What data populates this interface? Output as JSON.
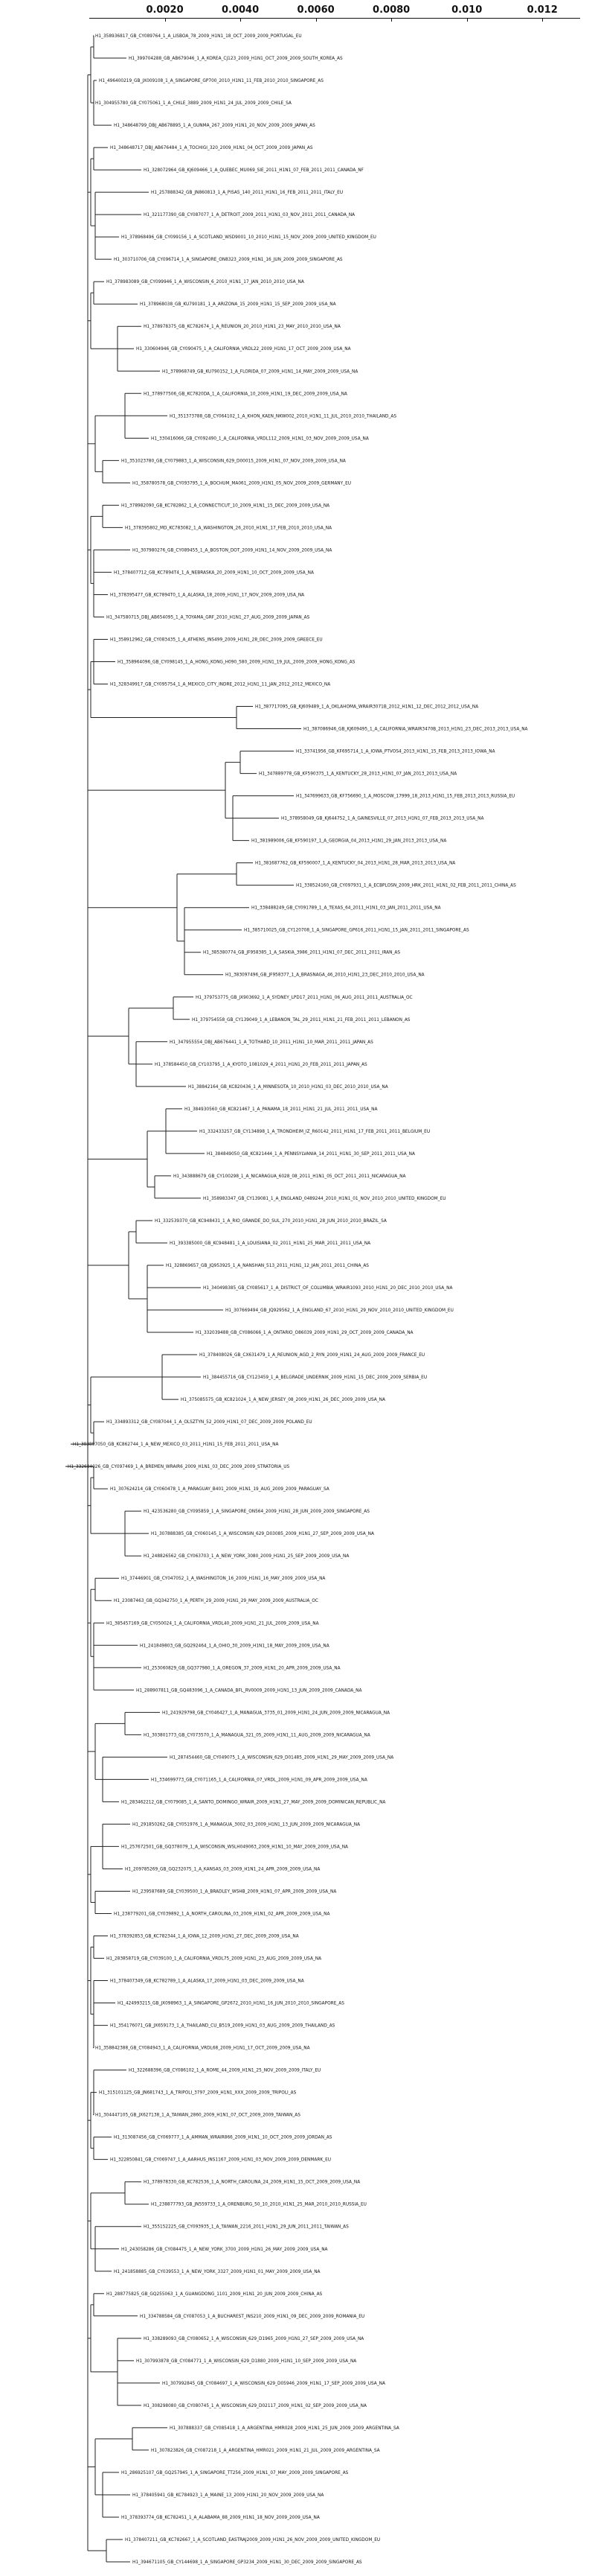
{
  "axis": {
    "ticks": [
      {
        "value": 0.002,
        "label": "0.0020"
      },
      {
        "value": 0.004,
        "label": "0.0040"
      },
      {
        "value": 0.006,
        "label": "0.0060"
      },
      {
        "value": 0.008,
        "label": "0.0080"
      },
      {
        "value": 0.01,
        "label": "0.010"
      },
      {
        "value": 0.012,
        "label": "0.012"
      }
    ],
    "min": 0.0,
    "max": 0.013
  },
  "tree": {
    "leaves": [
      "H1_358936817_GB_CY089764_1_A_LISBOA_78_2009_H1N1_18_OCT_2009_2009_PORTUGAL_EU",
      "H1_399704288_GB_AB679046_1_A_KOREA_CJ123_2009_H1N1_OCT_2009_2009_SOUTH_KOREA_AS",
      "H1_496400219_GB_JX009108_1_A_SINGAPORE_GP700_2010_H1N1_11_FEB_2010_2010_SINGAPORE_AS",
      "H1_304955780_GB_CY075061_1_A_CHILE_3889_2009_H1N1_24_JUL_2009_2009_CHILE_SA",
      "H1_348648799_DBJ_AB678895_1_A_GUNMA_267_2009_H1N1_20_NOV_2009_2009_JAPAN_AS",
      "H1_348648717_DBJ_AB676484_1_A_TOCHIGI_320_2009_H1N1_04_OCT_2009_2009_JAPAN_AS",
      "H1_328072964_GB_KJ609466_1_A_QUEBEC_MU069_SIE_2011_H1N1_07_FEB_2011_2011_CANADA_NF",
      "H1_257888342_GB_JN860813_1_A_PISA5_140_2011_H1N1_16_FEB_2011_2011_ITALY_EU",
      "H1_321177390_GB_CY087077_1_A_DETROIT_2009_2011_H1N1_03_NOV_2011_2011_CANADA_NA",
      "H1_378968496_GB_CY099156_1_A_SCOTLAND_WSD9001_10_2010_H1N1_15_NOV_2009_2009_UNITED_KINGDOM_EU",
      "H1_303710706_GB_CY096714_1_A_SINGAPORE_ON8323_2009_H1N1_16_JUN_2009_2009_SINGAPORE_AS",
      "H1_378983089_GB_CY099946_1_A_WISCONSIN_6_2010_H1N1_17_JAN_2010_2010_USA_NA",
      "H1_378968038_GB_KU790181_1_A_ARIZONA_15_2009_H1N1_15_SEP_2009_2009_USA_NA",
      "H1_378978375_GB_KC782674_1_A_REUNION_20_2010_H1N1_23_MAY_2010_2010_USA_NA",
      "H1_330604946_GB_CY090475_1_A_CALIFORNIA_VRDL22_2009_H1N1_17_OCT_2009_2009_USA_NA",
      "H1_378968749_GB_KU790152_1_A_FLORIDA_07_2009_H1N1_14_MAY_2009_2009_USA_NA",
      "H1_378977506_GB_KC7820DA_1_A_CALIFORNIA_10_2009_H1N1_19_DEC_2009_2009_USA_NA",
      "H1_351373788_GB_CY064102_1_A_KHON_KAEN_NKW002_2010_H1N1_11_JUL_2010_2010_THAILAND_AS",
      "H1_330416066_GB_CY092490_1_A_CALIFORNIA_VRDL112_2009_H1N1_03_NOV_2009_2009_USA_NA",
      "H1_351023780_GB_CY079883_1_A_WISCONSIN_629_D00015_2009_H1N1_07_NOV_2009_2009_USA_NA",
      "H1_358780578_GB_CY093795_1_A_BOCHUM_MA061_2009_H1N1_05_NOV_2009_2009_GERMANY_EU",
      "H1_378982090_GB_KC782862_1_A_CONNECTICUT_10_2009_H1N1_15_DEC_2009_2009_USA_NA",
      "H1_378395802_MD_KC783082_1_A_WASHINGTON_26_2010_H1N1_17_FEB_2010_2010_USA_NA",
      "H1_307980276_GB_CY089455_1_A_BOSTON_DOT_2009_H1N1_14_NOV_2009_2009_USA_NA",
      "H1_378407712_GB_KC7894T4_1_A_NEBRASKA_20_2009_H1N1_10_OCT_2009_2009_USA_NA",
      "H1_378395477_GB_KC7894T0_1_A_ALASKA_18_2009_H1N1_17_NOV_2009_2009_USA_NA",
      "H1_347580715_DBJ_AB654095_1_A_TOYAMA_GRF_2010_H1N1_27_AUG_2009_2009_JAPAN_AS",
      "H1_358912962_GB_CY083435_1_A_ATHENS_INS499_2009_H1N1_28_DEC_2009_2009_GREECE_EU",
      "H1_358964096_GB_CY098145_1_A_HONG_KONG_H090_580_2009_H1N1_19_JUL_2009_2009_HONG_KONG_AS",
      "H1_328349917_GB_CY095754_1_A_MEXICO_CITY_INDRE_2012_H1N1_11_JAN_2012_2012_MEXICO_NA",
      "H1_387717095_GB_KJ609489_1_A_OKLAHOMA_WRAIR3071B_2012_H1N1_12_DEC_2012_2012_USA_NA",
      "H1_387086946_GB_KJ609495_1_A_CALIFORNIA_WRAIR3470B_2013_H1N1_23_DEC_2013_2013_USA_NA",
      "H1_33741956_GB_KF695714_1_A_IOWA_PTVOS4_2013_H1N1_15_FEB_2013_2013_IOWA_NA",
      "H1_347889778_GB_KF590375_1_A_KENTUCKY_28_2013_H1N1_07_JAN_2013_2013_USA_NA",
      "H1_347699633_GB_KF756690_1_A_MOSCOW_17999_18_2013_H1N1_15_FEB_2013_2013_RUSSIA_EU",
      "H1_378958049_GB_KJ644752_1_A_GAINESVILLE_07_2013_H1N1_07_FEB_2013_2013_USA_NA",
      "H1_381989006_GB_KF590197_1_A_GEORGIA_04_2013_H1N1_29_JAN_2013_2013_USA_NA",
      "H1_381687762_GB_KF590007_1_A_KENTUCKY_04_2013_H1N1_28_MAR_2013_2013_USA_NA",
      "H1_338524160_GB_CY097931_1_A_ECBPLOSN_2009_HRK_2011_H1N1_02_FEB_2011_2011_CHINA_AS",
      "H1_338488249_GB_CY091789_1_A_TEXAS_64_2011_H1N1_03_JAN_2011_2011_USA_NA",
      "H1_385710025_GB_CY120708_1_A_SINGAPORE_GP616_2011_H1N1_15_JAN_2011_2011_SINGAPORE_AS",
      "H1_385380774_GB_JF958385_1_A_SASKIA_3986_2011_H1N1_07_DEC_2011_2011_IRAN_AS",
      "H1_383097496_GB_JF958377_1_A_BRASNAGA_46_2010_H1N1_23_DEC_2010_2010_USA_NA",
      "H1_379753775_GB_JX903692_1_A_SYDNEY_LPD17_2011_H1N1_06_AUG_2011_2011_AUSTRALIA_OC",
      "H1_379754558_GB_CY139049_1_A_LEBANON_TAL_29_2011_H1N1_21_FEB_2011_2011_LEBANON_AS",
      "H1_347955554_DBJ_AB676441_1_A_TOTHARD_10_2011_H1N1_10_MAR_2011_2011_JAPAN_AS",
      "H1_378584450_GB_CY103795_1_A_KYOTO_1081029_4_2011_H1N1_20_FEB_2011_2011_JAPAN_AS",
      "H1_38842164_GB_KC820436_1_A_MINNESOTA_10_2010_H1N1_03_DEC_2010_2010_USA_NA",
      "H1_384930560_GB_KC821467_1_A_PANAMA_18_2011_H1N1_21_JUL_2011_2011_USA_NA",
      "H1_332433257_GB_CY134898_1_A_TRONDHEIM_IZ_R60142_2011_H1N1_17_FEB_2011_2011_BELGIUM_EU",
      "H1_384849050_GB_KC821444_1_A_PENNSYLVANIA_14_2011_H1N1_30_SEP_2011_2011_USA_NA",
      "H1_343888679_GB_CY100298_1_A_NICARAGUA_6028_08_2011_H1N1_05_OCT_2011_2011_NICARAGUA_NA",
      "H1_358983347_GB_CY139081_1_A_ENGLAND_0489244_2010_H1N1_01_NOV_2010_2010_UNITED_KINGDOM_EU",
      "H1_332539370_GB_KC948431_1_A_RIO_GRANDE_DO_SUL_270_2010_H1N1_28_JUN_2010_2010_BRAZIL_SA",
      "H1_393385000_GB_KC948481_1_A_LOUISIANA_02_2011_H1N1_25_MAR_2011_2011_USA_NA",
      "H1_328869657_GB_JQ953925_1_A_NANSHAN_513_2011_H1N1_12_JAN_2011_2011_CHINA_AS",
      "H1_340498385_GB_CY085617_1_A_DISTRICT_OF_COLUMBIA_WRAIR1093_2010_H1N1_20_DEC_2010_2010_USA_NA",
      "H1_307669494_GB_JQ929562_1_A_ENGLAND_67_2010_H1N1_29_NOV_2010_2010_UNITED_KINGDOM_EU",
      "H1_332039488_GB_CY086066_1_A_ONTARIO_O86039_2009_H1N1_29_OCT_2009_2009_CANADA_NA",
      "H1_378408026_GB_CX631479_1_A_REUNION_AGD_2_RYN_2009_H1N1_24_AUG_2009_2009_FRANCE_EU",
      "H1_384455716_GB_CY123459_1_A_BELGRADE_UNDERNIK_2009_H1N1_15_DEC_2009_2009_SERBIA_EU",
      "H1_375085575_GB_KC821024_1_A_NEW_JERSEY_08_2009_H1N1_26_DEC_2009_2009_USA_NA",
      "H1_334893312_GB_CY087044_1_A_OLSZTYN_52_2009_H1N1_07_DEC_2009_2009_POLAND_EU",
      "H1_383897050_GB_KC862744_1_A_NEW_MEXICO_03_2011_H1N1_15_FEB_2011_2011_USA_NA",
      "H1_332684026_GB_CY097469_1_A_BREMEN_WRAIR6_2009_H1N1_03_DEC_2009_2009_STRATORIA_US",
      "H1_307624214_GB_CY060478_1_A_PARAGUAY_B401_2009_H1N1_19_AUG_2009_2009_PARAGUAY_SA",
      "H1_423536280_GB_CY095859_1_A_SINGAPORE_ON564_2009_H1N1_28_JUN_2009_2009_SINGAPORE_AS",
      "H1_307888385_GB_CY060145_1_A_WISCONSIN_629_D03085_2009_H1N1_27_SEP_2009_2009_USA_NA",
      "H1_248826562_GB_CY063703_1_A_NEW_YORK_3080_2009_H1N1_25_SEP_2009_2009_USA_NA",
      "H1_37446901_GB_CY047052_1_A_WASHINGTON_16_2009_H1N1_16_MAY_2009_2009_USA_NA",
      "H1_23087463_GB_GQ342750_1_A_PERTH_29_2009_H1N1_29_MAY_2009_2009_AUSTRALIA_OC",
      "H1_385457169_GB_CY050024_1_A_CALIFORNIA_VRDL40_2009_H1N1_21_JUL_2009_2009_USA_NA",
      "H1_241849803_GB_GQ292464_1_A_OHIO_30_2009_H1N1_18_MAY_2009_2009_USA_NA",
      "H1_253060829_GB_GQ377980_1_A_OREGON_37_2009_H1N1_20_APR_2009_2009_USA_NA",
      "H1_288907811_GB_GQ483096_1_A_CANADA_BFL_RV0009_2009_H1N1_13_JUN_2009_2009_CANADA_NA",
      "H1_241929798_GB_CY046427_1_A_MANAGUA_3735_01_2009_H1N1_24_JUN_2009_2009_NICARAGUA_NA",
      "H1_303801773_GB_CY073570_1_A_MANAGUA_321_05_2009_H1N1_11_AUG_2009_2009_NICARAGUA_NA",
      "H1_287454460_GB_CY049075_1_A_WISCONSIN_629_D01485_2009_H1N1_29_MAY_2009_2009_USA_NA",
      "H1_334699773_GB_CY071165_1_A_CALIFORNIA_07_VRDL_2009_H1N1_09_APR_2009_2009_USA_NA",
      "H1_283462212_GB_CY079085_1_A_SANTO_DOMINGO_WRAIR_2009_H1N1_27_MAY_2009_2009_DOMINICAN_REPUBLIC_NA",
      "H1_291850262_GB_CY051976_1_A_MANAGUA_3002_03_2009_H1N1_13_JUN_2009_2009_NICARAGUA_NA",
      "H1_257672501_GB_GQ378079_1_A_WISCONSIN_WSLH049063_2009_H1N1_10_MAY_2009_2009_USA_NA",
      "H1_209785269_GB_GQ232075_1_A_KANSAS_03_2009_H1N1_24_APR_2009_2009_USA_NA",
      "H1_239587689_GB_CY039500_1_A_BRADLEY_WSHB_2009_H1N1_07_APR_2009_2009_USA_NA",
      "H1_238779201_GB_CY039892_1_A_NORTH_CAROLINA_03_2009_H1N1_02_APR_2009_2009_USA_NA",
      "H1_378392853_GB_KC782344_1_A_IOWA_12_2009_H1N1_27_DEC_2009_2009_USA_NA",
      "H1_283858719_GB_CY039100_1_A_CALIFORNIA_VRDL75_2009_H1N1_23_AUG_2009_2009_USA_NA",
      "H1_378407349_GB_KC782789_1_A_ALASKA_17_2009_H1N1_03_DEC_2009_2009_USA_NA",
      "H1_424993215_GB_JX098963_1_A_SINGAPORE_GP2672_2010_H1N1_16_JUN_2010_2010_SINGAPORE_AS",
      "H1_354176071_GB_JX659173_1_A_THAILAND_CU_B519_2009_H1N1_03_AUG_2009_2009_THAILAND_AS",
      "H1_358842388_GB_CY084943_1_A_CALIFORNIA_VRDL68_2009_H1N1_17_OCT_2009_2009_USA_NA",
      "H1_322688396_GB_CY086102_1_A_ROME_44_2009_H1N1_25_NOV_2009_2009_ITALY_EU",
      "H1_315101125_GB_JN681743_1_A_TRIPOLI_3797_2009_H1N1_XXX_2009_2009_TRIPOLI_AS",
      "H1_304447105_GB_JX627138_1_A_TAIWAN_2860_2009_H1N1_07_OCT_2009_2009_TAIWAN_AS",
      "H1_313087456_GB_CY069777_1_A_AMMAN_WRAIR866_2009_H1N1_10_OCT_2009_2009_JORDAN_AS",
      "H1_322850841_GB_CY069747_1_A_AARHUS_INS1167_2009_H1N1_03_NOV_2009_2009_DENMARK_EU",
      "H1_378978330_GB_KC782536_1_A_NORTH_CAROLINA_24_2009_H1N1_15_OCT_2009_2009_USA_NA",
      "H1_238877793_GB_JN559733_1_A_ORENBURG_50_10_2010_H1N1_25_MAR_2010_2010_RUSSIA_EU",
      "H1_355152225_GB_CY093935_1_A_TAIWAN_2216_2011_H1N1_29_JUN_2011_2011_TAIWAN_AS",
      "H1_243058286_GB_CY084475_1_A_NEW_YORK_3700_2009_H1N1_26_MAY_2009_2009_USA_NA",
      "H1_241858885_GB_CY039553_1_A_NEW_YORK_3327_2009_H1N1_01_MAY_2009_2009_USA_NA",
      "H1_288775825_GB_GQ255063_1_A_GUANGDONG_1101_2009_H1N1_20_JUN_2009_2009_CHINA_AS",
      "H1_334788584_GB_CY087053_1_A_BUCHAREST_INS210_2009_H1N1_09_DEC_2009_2009_ROMANIA_EU",
      "H1_338289093_GB_CY080652_1_A_WISCONSIN_629_D1965_2009_H1N1_27_SEP_2009_2009_USA_NA",
      "H1_307993878_GB_CY084771_1_A_WISCONSIN_629_D1880_2009_H1N1_10_SEP_2009_2009_USA_NA",
      "H1_307992845_GB_CY084697_1_A_WISCONSIN_629_D05946_2009_H1N1_17_SEP_2009_2009_USA_NA",
      "H1_308298080_GB_CY080745_1_A_WISCONSIN_629_D02117_2009_H1N1_02_SEP_2009_2009_USA_NA",
      "H1_307888337_GB_CY085418_1_A_ARGENTINA_HMR028_2009_H1N1_25_JUN_2009_2009_ARGENTINA_SA",
      "H1_307823826_GB_CY087218_1_A_ARGENTINA_HMR021_2009_H1N1_21_JUL_2009_2009_ARGENTINA_SA",
      "H1_286925107_GB_GQ257945_1_A_SINGAPORE_TT256_2009_H1N1_07_MAY_2009_2009_SINGAPORE_AS",
      "H1_378405941_GB_KC784923_1_A_MAINE_13_2009_H1N1_20_NOV_2009_2009_USA_NA",
      "H1_378393774_GB_KC782451_1_A_ALABAMA_88_2009_H1N1_18_NOV_2009_2009_USA_NA",
      "H1_378407211_GB_KC782667_1_A_SCOTLAND_EASTRAJ2009_2009_H1N1_26_NOV_2009_2009_UNITED_KINGDOM_EU",
      "H1_394671105_GB_CY144698_1_A_SINGAPORE_GP3234_2009_H1N1_30_DEC_2009_2009_SINGAPORE_AS"
    ]
  }
}
